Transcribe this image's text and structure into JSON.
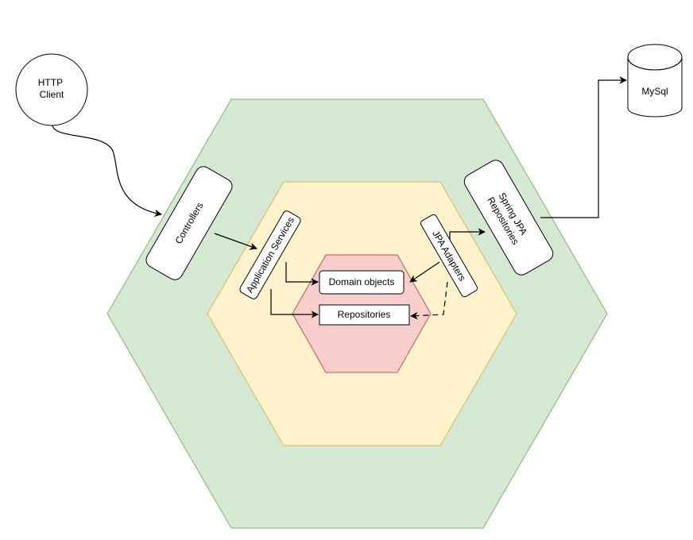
{
  "nodes": {
    "http_client": "HTTP\nClient",
    "controllers": "Controllers",
    "application_services": "Application Services",
    "domain_objects": "Domain objects",
    "repositories": "Repositories",
    "jpa_adapters": "JPA Adapters",
    "spring_jpa_repositories": "Spring JPA\nRepositories",
    "mysql": "MySql"
  },
  "colors": {
    "outer_hexagon_fill": "#d5e8d4",
    "outer_hexagon_stroke": "#82b366",
    "middle_hexagon_fill": "#fff2cc",
    "middle_hexagon_stroke": "#d6b656",
    "inner_hexagon_fill": "#f8cecc",
    "inner_hexagon_stroke": "#b85450",
    "node_fill": "#ffffff",
    "node_stroke": "#000000"
  }
}
